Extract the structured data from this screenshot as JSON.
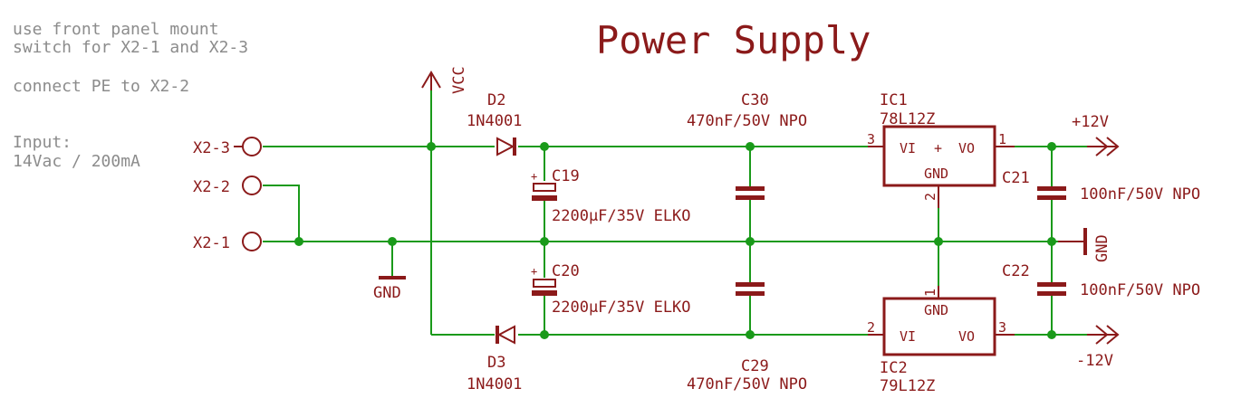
{
  "title": "Power Supply",
  "notes": {
    "line1": "use front panel mount",
    "line2": "switch for X2-1 and X2-3",
    "line3": "connect PE to X2-2",
    "input_label": "Input:",
    "input_value": "14Vac / 200mA"
  },
  "connectors": {
    "x2_3": "X2-3",
    "x2_2": "X2-2",
    "x2_1": "X2-1"
  },
  "supply": {
    "vcc": "VCC",
    "gnd_left": "GND",
    "gnd_right": "GND"
  },
  "parts": {
    "d2_name": "D2",
    "d2_value": "1N4001",
    "d3_name": "D3",
    "d3_value": "1N4001",
    "c19_name": "C19",
    "c19_value": "2200µF/35V ELKO",
    "c20_name": "C20",
    "c20_value": "2200µF/35V ELKO",
    "c30_name": "C30",
    "c30_value": "470nF/50V NPO",
    "c29_name": "C29",
    "c29_value": "470nF/50V NPO",
    "c21_name": "C21",
    "c21_value": "100nF/50V NPO",
    "c22_name": "C22",
    "c22_value": "100nF/50V NPO",
    "ic1_name": "IC1",
    "ic1_value": "78L12Z",
    "ic1_vi": "VI",
    "ic1_vo": "VO",
    "ic1_gnd": "GND",
    "ic1_plus": "+",
    "ic1_pin_in": "3",
    "ic1_pin_out": "1",
    "ic1_pin_gnd": "2",
    "ic2_name": "IC2",
    "ic2_value": "79L12Z",
    "ic2_vi": "VI",
    "ic2_vo": "VO",
    "ic2_gnd": "GND",
    "ic2_pin_in": "2",
    "ic2_pin_out": "3",
    "ic2_pin_gnd": "1",
    "cap_plus": "+"
  },
  "outputs": {
    "pos": "+12V",
    "neg": "-12V"
  },
  "colors": {
    "wire": "#1a9a1a",
    "part": "#8b1a1a",
    "note": "#8c8c8c"
  }
}
